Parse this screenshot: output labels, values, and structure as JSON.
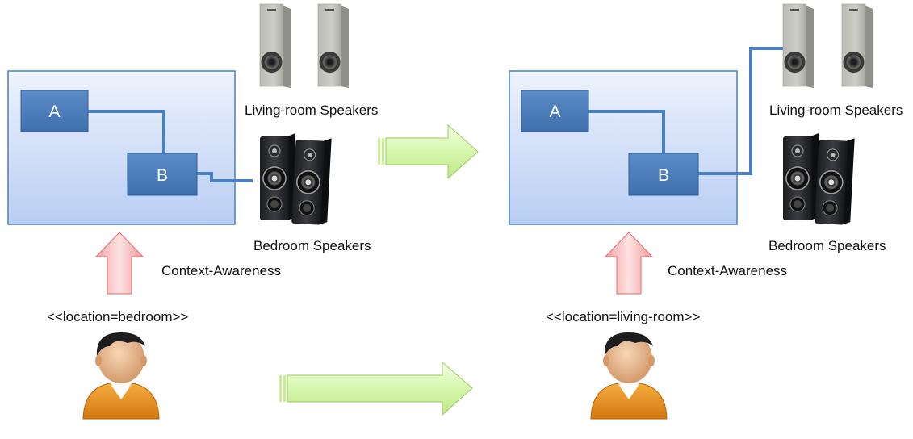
{
  "left_scene": {
    "component_a": "A",
    "component_b": "B",
    "living_room_speakers_label": "Living-room Speakers",
    "bedroom_speakers_label": "Bedroom Speakers",
    "context_awareness_label": "Context-Awareness",
    "location_label": "<<location=bedroom>>",
    "active_output": "bedroom"
  },
  "right_scene": {
    "component_a": "A",
    "component_b": "B",
    "living_room_speakers_label": "Living-room Speakers",
    "bedroom_speakers_label": "Bedroom Speakers",
    "context_awareness_label": "Context-Awareness",
    "location_label": "<<location=living-room>>",
    "active_output": "living-room"
  },
  "colors": {
    "container_fill": "#dbe6fb",
    "container_border": "#4a7fc1",
    "component_fill": "#4f81bd",
    "connector": "#4a7fc1",
    "transition_arrow": "#dcfcb4",
    "context_arrow": "#f7b6b6",
    "person_shirt": "#e8901e"
  },
  "icons": [
    "grey-speaker-icon",
    "black-speaker-icon",
    "user-icon",
    "right-arrow-icon",
    "up-arrow-icon"
  ]
}
